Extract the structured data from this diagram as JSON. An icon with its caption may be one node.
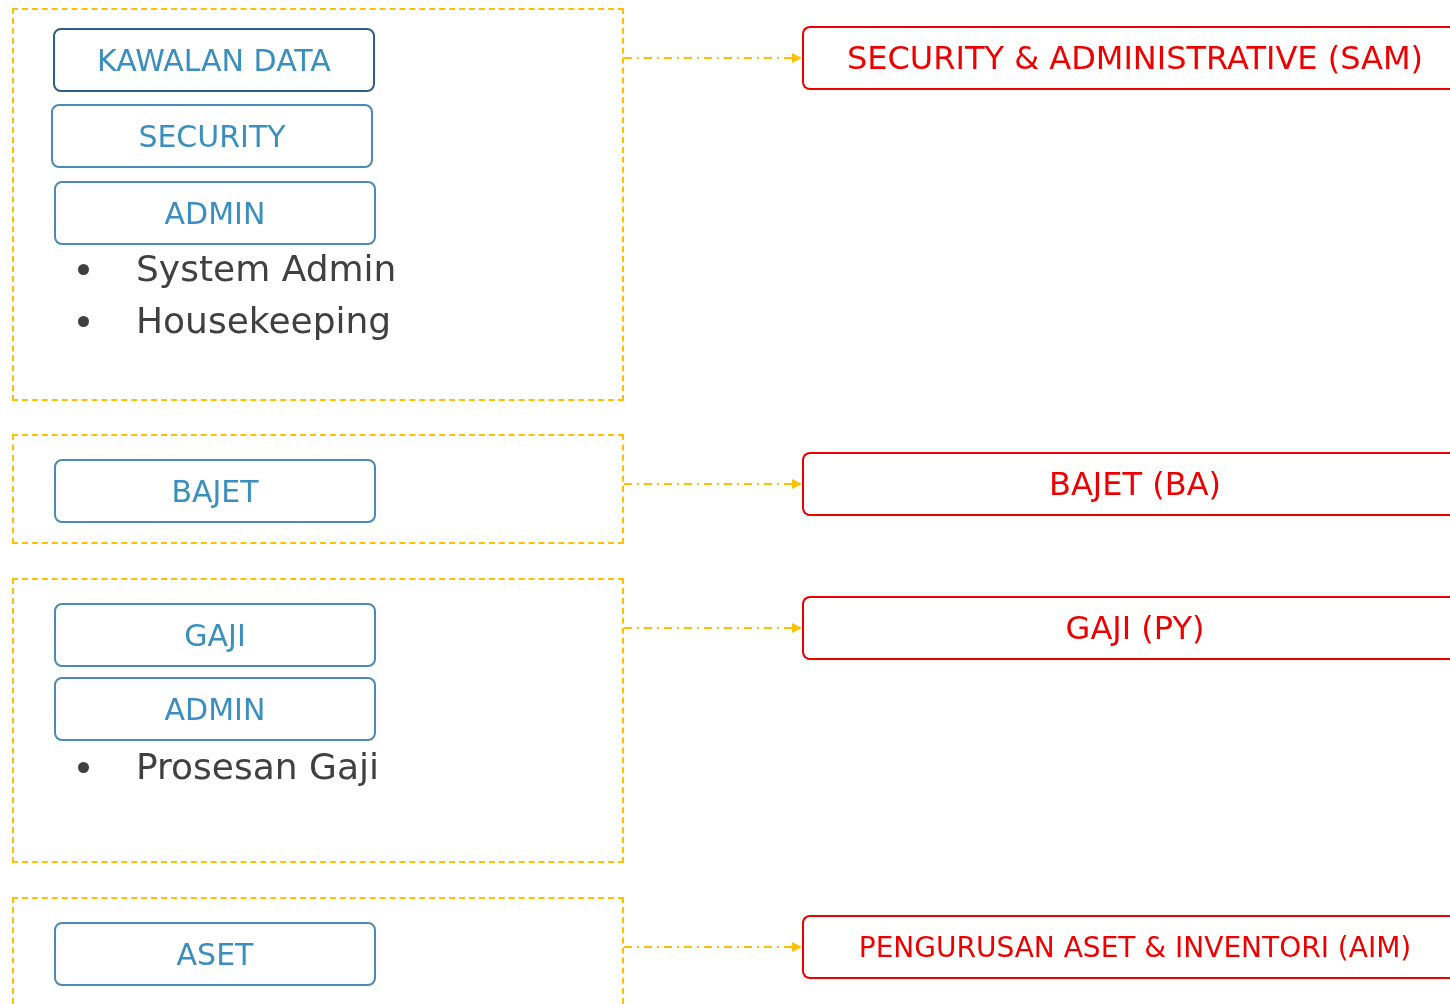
{
  "diagram": {
    "nodes": [
      {
        "text": [
          "System Admin",
          "Housekeeping"
        ]
      },
      {
        "text": [
          "KAWALAN DATA"
        ],
        "in": 0
      },
      {
        "text": [
          "SECURITY"
        ],
        "in": 0
      },
      {
        "text": [
          "ADMIN"
        ],
        "in": 0
      },
      {
        "text": [],
        "shape": "box"
      },
      {
        "text": [
          "BAJET"
        ],
        "in": 4
      },
      {
        "text": [
          "Prosesan Gaji"
        ]
      },
      {
        "text": [
          "GAJI"
        ],
        "in": 6
      },
      {
        "text": [
          "ADMIN"
        ],
        "in": 6
      },
      {
        "text": [],
        "shape": "box"
      },
      {
        "text": [
          "ASET"
        ],
        "in": 9
      },
      {
        "text": [
          "SECURITY & ADMINISTRATIVE (SAM)"
        ]
      },
      {
        "text": [
          "BAJET (BA)"
        ]
      },
      {
        "text": [
          "GAJI (PY)"
        ]
      },
      {
        "text": [
          "PENGURUSAN ASET & INVENTORI (AIM)"
        ]
      }
    ],
    "edges": [
      {
        "from": 0,
        "to": 11,
        "arrow": "to",
        "style": "dashed"
      },
      {
        "from": 4,
        "to": 12,
        "arrow": "to",
        "style": "dashed"
      },
      {
        "from": 6,
        "to": 13,
        "arrow": "to",
        "style": "dashed"
      },
      {
        "from": 9,
        "to": 14,
        "arrow": "to",
        "style": "dashed"
      }
    ]
  }
}
